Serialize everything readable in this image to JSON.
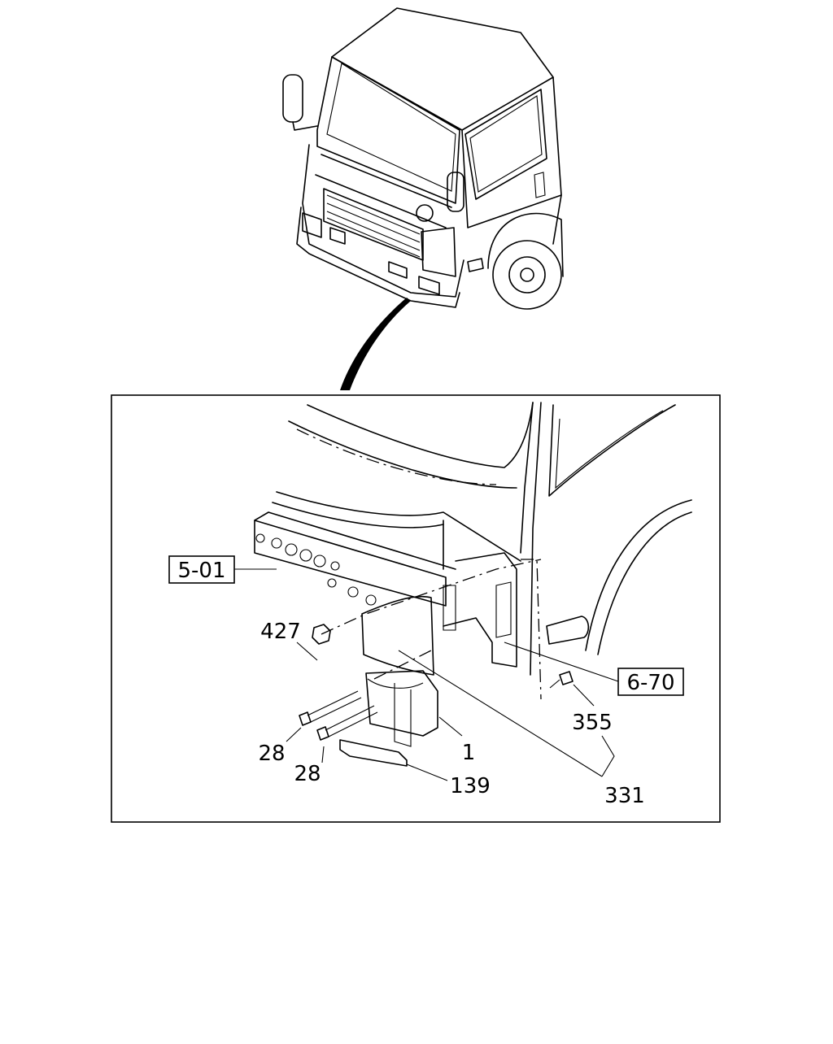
{
  "callouts": {
    "ref_5_01": "5-01",
    "ref_6_70": "6-70",
    "p427": "427",
    "p28a": "28",
    "p28b": "28",
    "p1": "1",
    "p139": "139",
    "p355": "355",
    "p331": "331"
  }
}
